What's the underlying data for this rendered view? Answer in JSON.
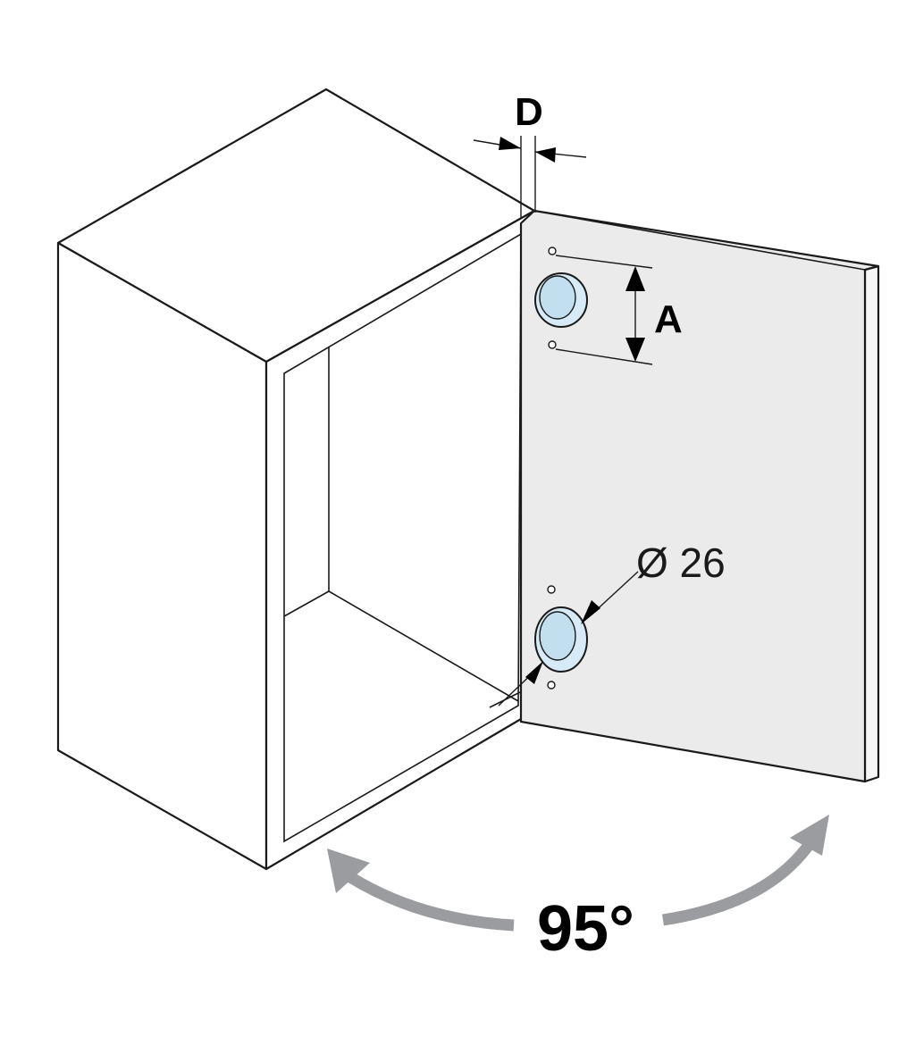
{
  "labels": {
    "overlay_d": "D",
    "height_a": "A",
    "diameter": "Ø 26",
    "opening_angle": "95°"
  },
  "colors": {
    "door_face": "#ebebec",
    "cup_fill": "#d6ebf7",
    "swing_arrow": "#9a9c9f",
    "outline": "#1a1a1a"
  }
}
